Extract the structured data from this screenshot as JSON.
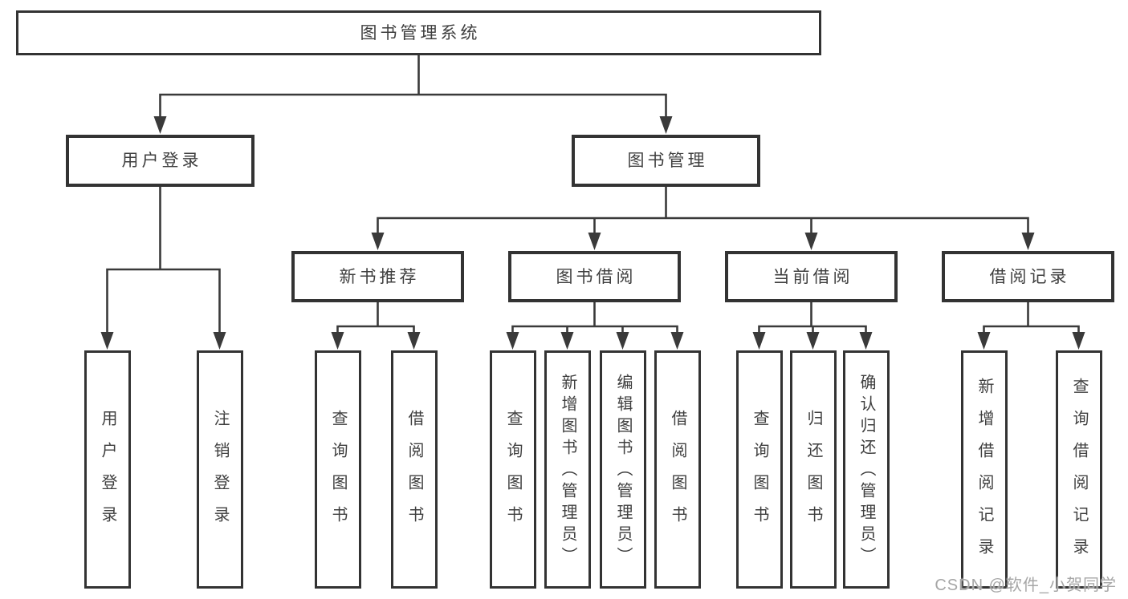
{
  "nodes": {
    "root": {
      "label": "图书管理系统"
    },
    "userLogin": {
      "label": "用户登录",
      "children": [
        {
          "label": "用户登录"
        },
        {
          "label": "注销登录"
        }
      ]
    },
    "bookMgmt": {
      "label": "图书管理"
    },
    "newBooks": {
      "label": "新书推荐",
      "children": [
        {
          "label": "查询图书"
        },
        {
          "label": "借阅图书"
        }
      ]
    },
    "bookBorrow": {
      "label": "图书借阅",
      "children": [
        {
          "label": "查询图书"
        },
        {
          "label": "新增图书（管理员）"
        },
        {
          "label": "编辑图书（管理员）"
        },
        {
          "label": "借阅图书"
        }
      ]
    },
    "currentBorrow": {
      "label": "当前借阅",
      "children": [
        {
          "label": "查询图书"
        },
        {
          "label": "归还图书"
        },
        {
          "label": "确认归还（管理员）"
        }
      ]
    },
    "borrowRecords": {
      "label": "借阅记录",
      "children": [
        {
          "label": "新增借阅记录"
        },
        {
          "label": "查询借阅记录"
        }
      ]
    }
  },
  "watermark": {
    "text": "CSDN @软件_小贺同学"
  },
  "colors": {
    "line": "#3a3a3a",
    "box-border": "#333333",
    "text": "#3f3f3f",
    "watermark": "#a6a6a6",
    "background": "#ffffff"
  }
}
